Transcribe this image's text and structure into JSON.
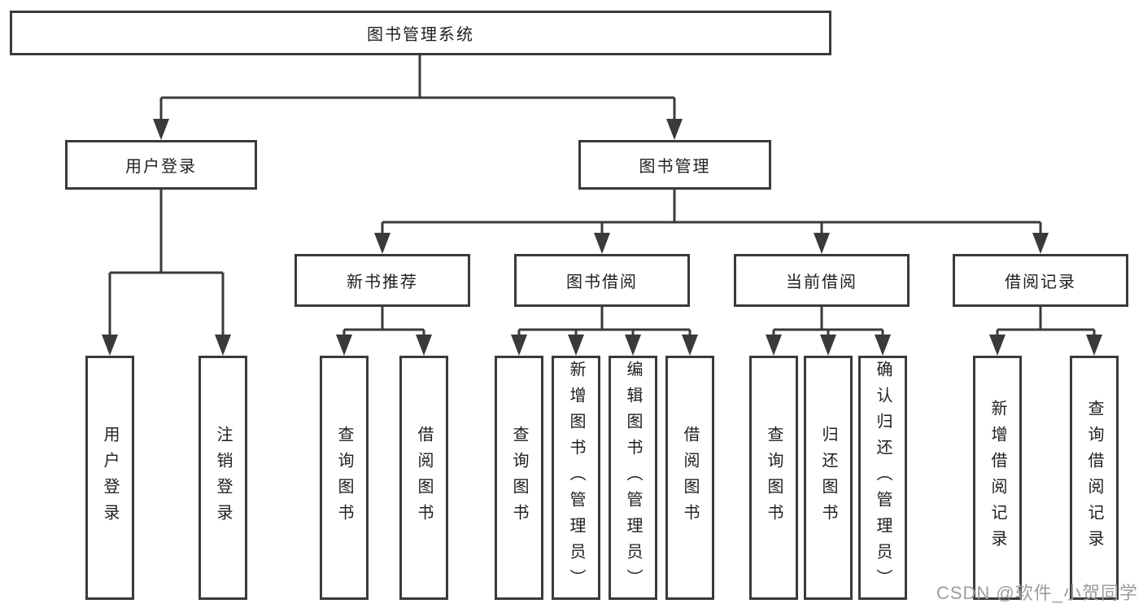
{
  "diagram": {
    "root": {
      "label": "图书管理系统"
    },
    "level2": [
      {
        "label": "用户登录"
      },
      {
        "label": "图书管理"
      }
    ],
    "level3": [
      {
        "label": "新书推荐"
      },
      {
        "label": "图书借阅"
      },
      {
        "label": "当前借阅"
      },
      {
        "label": "借阅记录"
      }
    ],
    "leaves": {
      "user_login": [
        {
          "label": "用户登录"
        },
        {
          "label": "注销登录"
        }
      ],
      "new_book_recommend": [
        {
          "label": "查询图书"
        },
        {
          "label": "借阅图书"
        }
      ],
      "book_borrowing": [
        {
          "label": "查询图书"
        },
        {
          "label": "新增图书（管理员）"
        },
        {
          "label": "编辑图书（管理员）"
        },
        {
          "label": "借阅图书"
        }
      ],
      "current_borrowing": [
        {
          "label": "查询图书"
        },
        {
          "label": "归还图书"
        },
        {
          "label": "确认归还（管理员）"
        }
      ],
      "borrowing_records": [
        {
          "label": "新增借阅记录"
        },
        {
          "label": "查询借阅记录"
        }
      ]
    }
  },
  "watermark": {
    "text": "CSDN @软件_小贺同学"
  },
  "colors": {
    "line": "#3a3a3a",
    "text": "#1f1f1f",
    "watermark": "#9c9c9c",
    "background": "#ffffff"
  }
}
